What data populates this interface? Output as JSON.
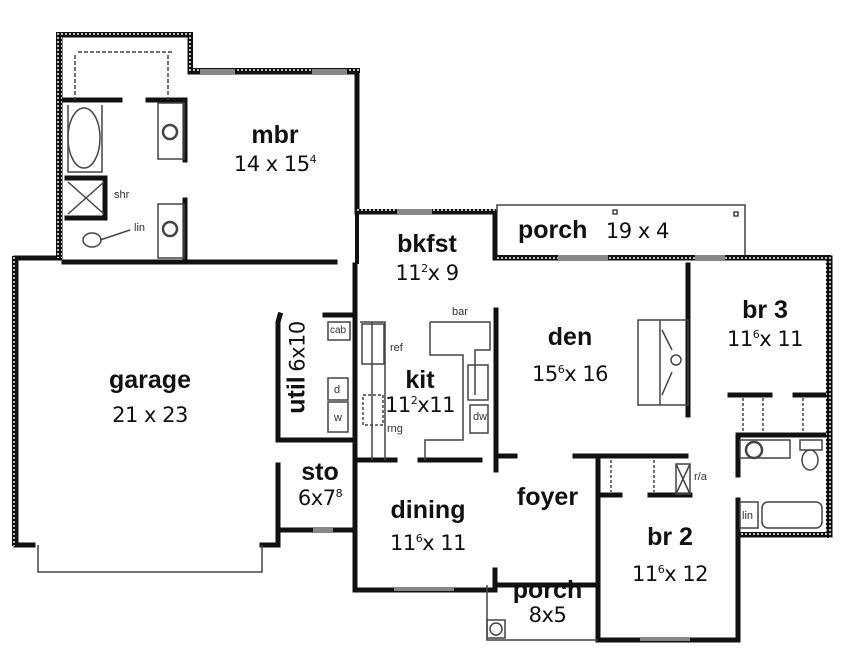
{
  "plan": {
    "rooms": [
      {
        "id": "mbr",
        "name": "mbr",
        "dim_a": "14",
        "dim_a_sup": "",
        "dim_b": "15",
        "dim_b_sup": "4"
      },
      {
        "id": "bkfst",
        "name": "bkfst",
        "dim_a": "11",
        "dim_a_sup": "2",
        "dim_b": "9",
        "dim_b_sup": ""
      },
      {
        "id": "porch_back",
        "name": "porch",
        "dim_a": "19",
        "dim_a_sup": "",
        "dim_b": "4",
        "dim_b_sup": ""
      },
      {
        "id": "br3",
        "name": "br 3",
        "dim_a": "11",
        "dim_a_sup": "6",
        "dim_b": "11",
        "dim_b_sup": ""
      },
      {
        "id": "garage",
        "name": "garage",
        "dim_a": "21",
        "dim_a_sup": "",
        "dim_b": "23",
        "dim_b_sup": ""
      },
      {
        "id": "util",
        "name": "util",
        "dim_a": "6x10",
        "dim_a_sup": "",
        "dim_b": "",
        "dim_b_sup": ""
      },
      {
        "id": "kit",
        "name": "kit",
        "dim_a": "11",
        "dim_a_sup": "2",
        "dim_b": "11",
        "dim_b_sup": ""
      },
      {
        "id": "den",
        "name": "den",
        "dim_a": "15",
        "dim_a_sup": "6",
        "dim_b": "16",
        "dim_b_sup": ""
      },
      {
        "id": "sto",
        "name": "sto",
        "dim_a": "6x7",
        "dim_a_sup": "8",
        "dim_b": "",
        "dim_b_sup": ""
      },
      {
        "id": "dining",
        "name": "dining",
        "dim_a": "11",
        "dim_a_sup": "6",
        "dim_b": "11",
        "dim_b_sup": ""
      },
      {
        "id": "foyer",
        "name": "foyer",
        "dim_a": "",
        "dim_a_sup": "",
        "dim_b": "",
        "dim_b_sup": ""
      },
      {
        "id": "br2",
        "name": "br 2",
        "dim_a": "11",
        "dim_a_sup": "6",
        "dim_b": "12",
        "dim_b_sup": ""
      },
      {
        "id": "porch_front",
        "name": "porch",
        "dim_a": "8x5",
        "dim_a_sup": "",
        "dim_b": "",
        "dim_b_sup": ""
      }
    ],
    "fixtures": {
      "shr": "shr",
      "lin_master": "lin",
      "cab": "cab",
      "ref": "ref",
      "bar": "bar",
      "d": "d",
      "w": "w",
      "rng": "rng",
      "dw": "dw",
      "r_a": "r/a",
      "lin_hall": "lin"
    },
    "x_sep": "x",
    "colors": {
      "wall": "#111111",
      "window": "#888888",
      "line": "#444444",
      "background": "#ffffff"
    }
  }
}
